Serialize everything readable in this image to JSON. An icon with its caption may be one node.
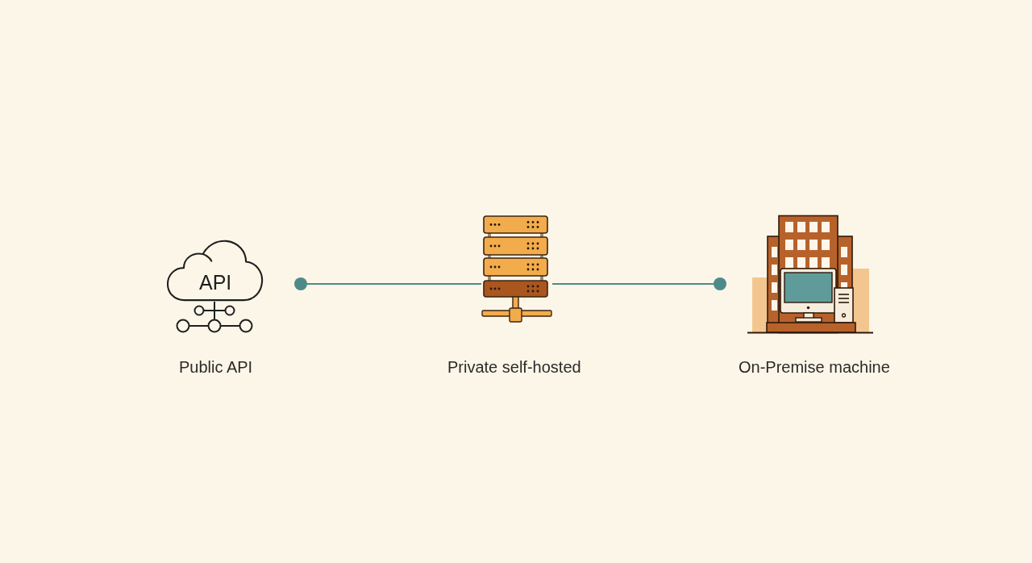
{
  "diagram": {
    "nodes": [
      {
        "text": [
          "API"
        ],
        "beside": [
          "Public API"
        ]
      },
      {
        "text": [],
        "shape": "picture",
        "beside": [
          "Private self-hosted"
        ]
      },
      {
        "text": [],
        "shape": "picture",
        "beside": [
          "On-Premise machine"
        ]
      }
    ],
    "edges": [
      {
        "from": 1,
        "to": 0,
        "arrow": "other"
      },
      {
        "from": 1,
        "to": 2,
        "arrow": "other"
      }
    ]
  }
}
